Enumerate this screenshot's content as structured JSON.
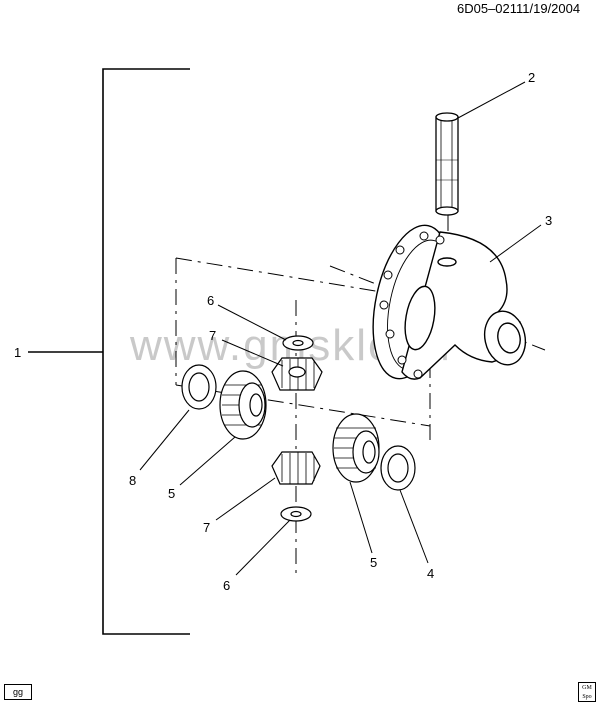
{
  "header": {
    "code": "6D05–021",
    "date": "11/19/2004"
  },
  "watermark": "www.gmskle.ru",
  "callouts": [
    "1",
    "2",
    "3",
    "6",
    "7",
    "8",
    "5",
    "7",
    "6",
    "5",
    "4"
  ],
  "footer": {
    "code": "gg",
    "logo": "GM Spo"
  }
}
